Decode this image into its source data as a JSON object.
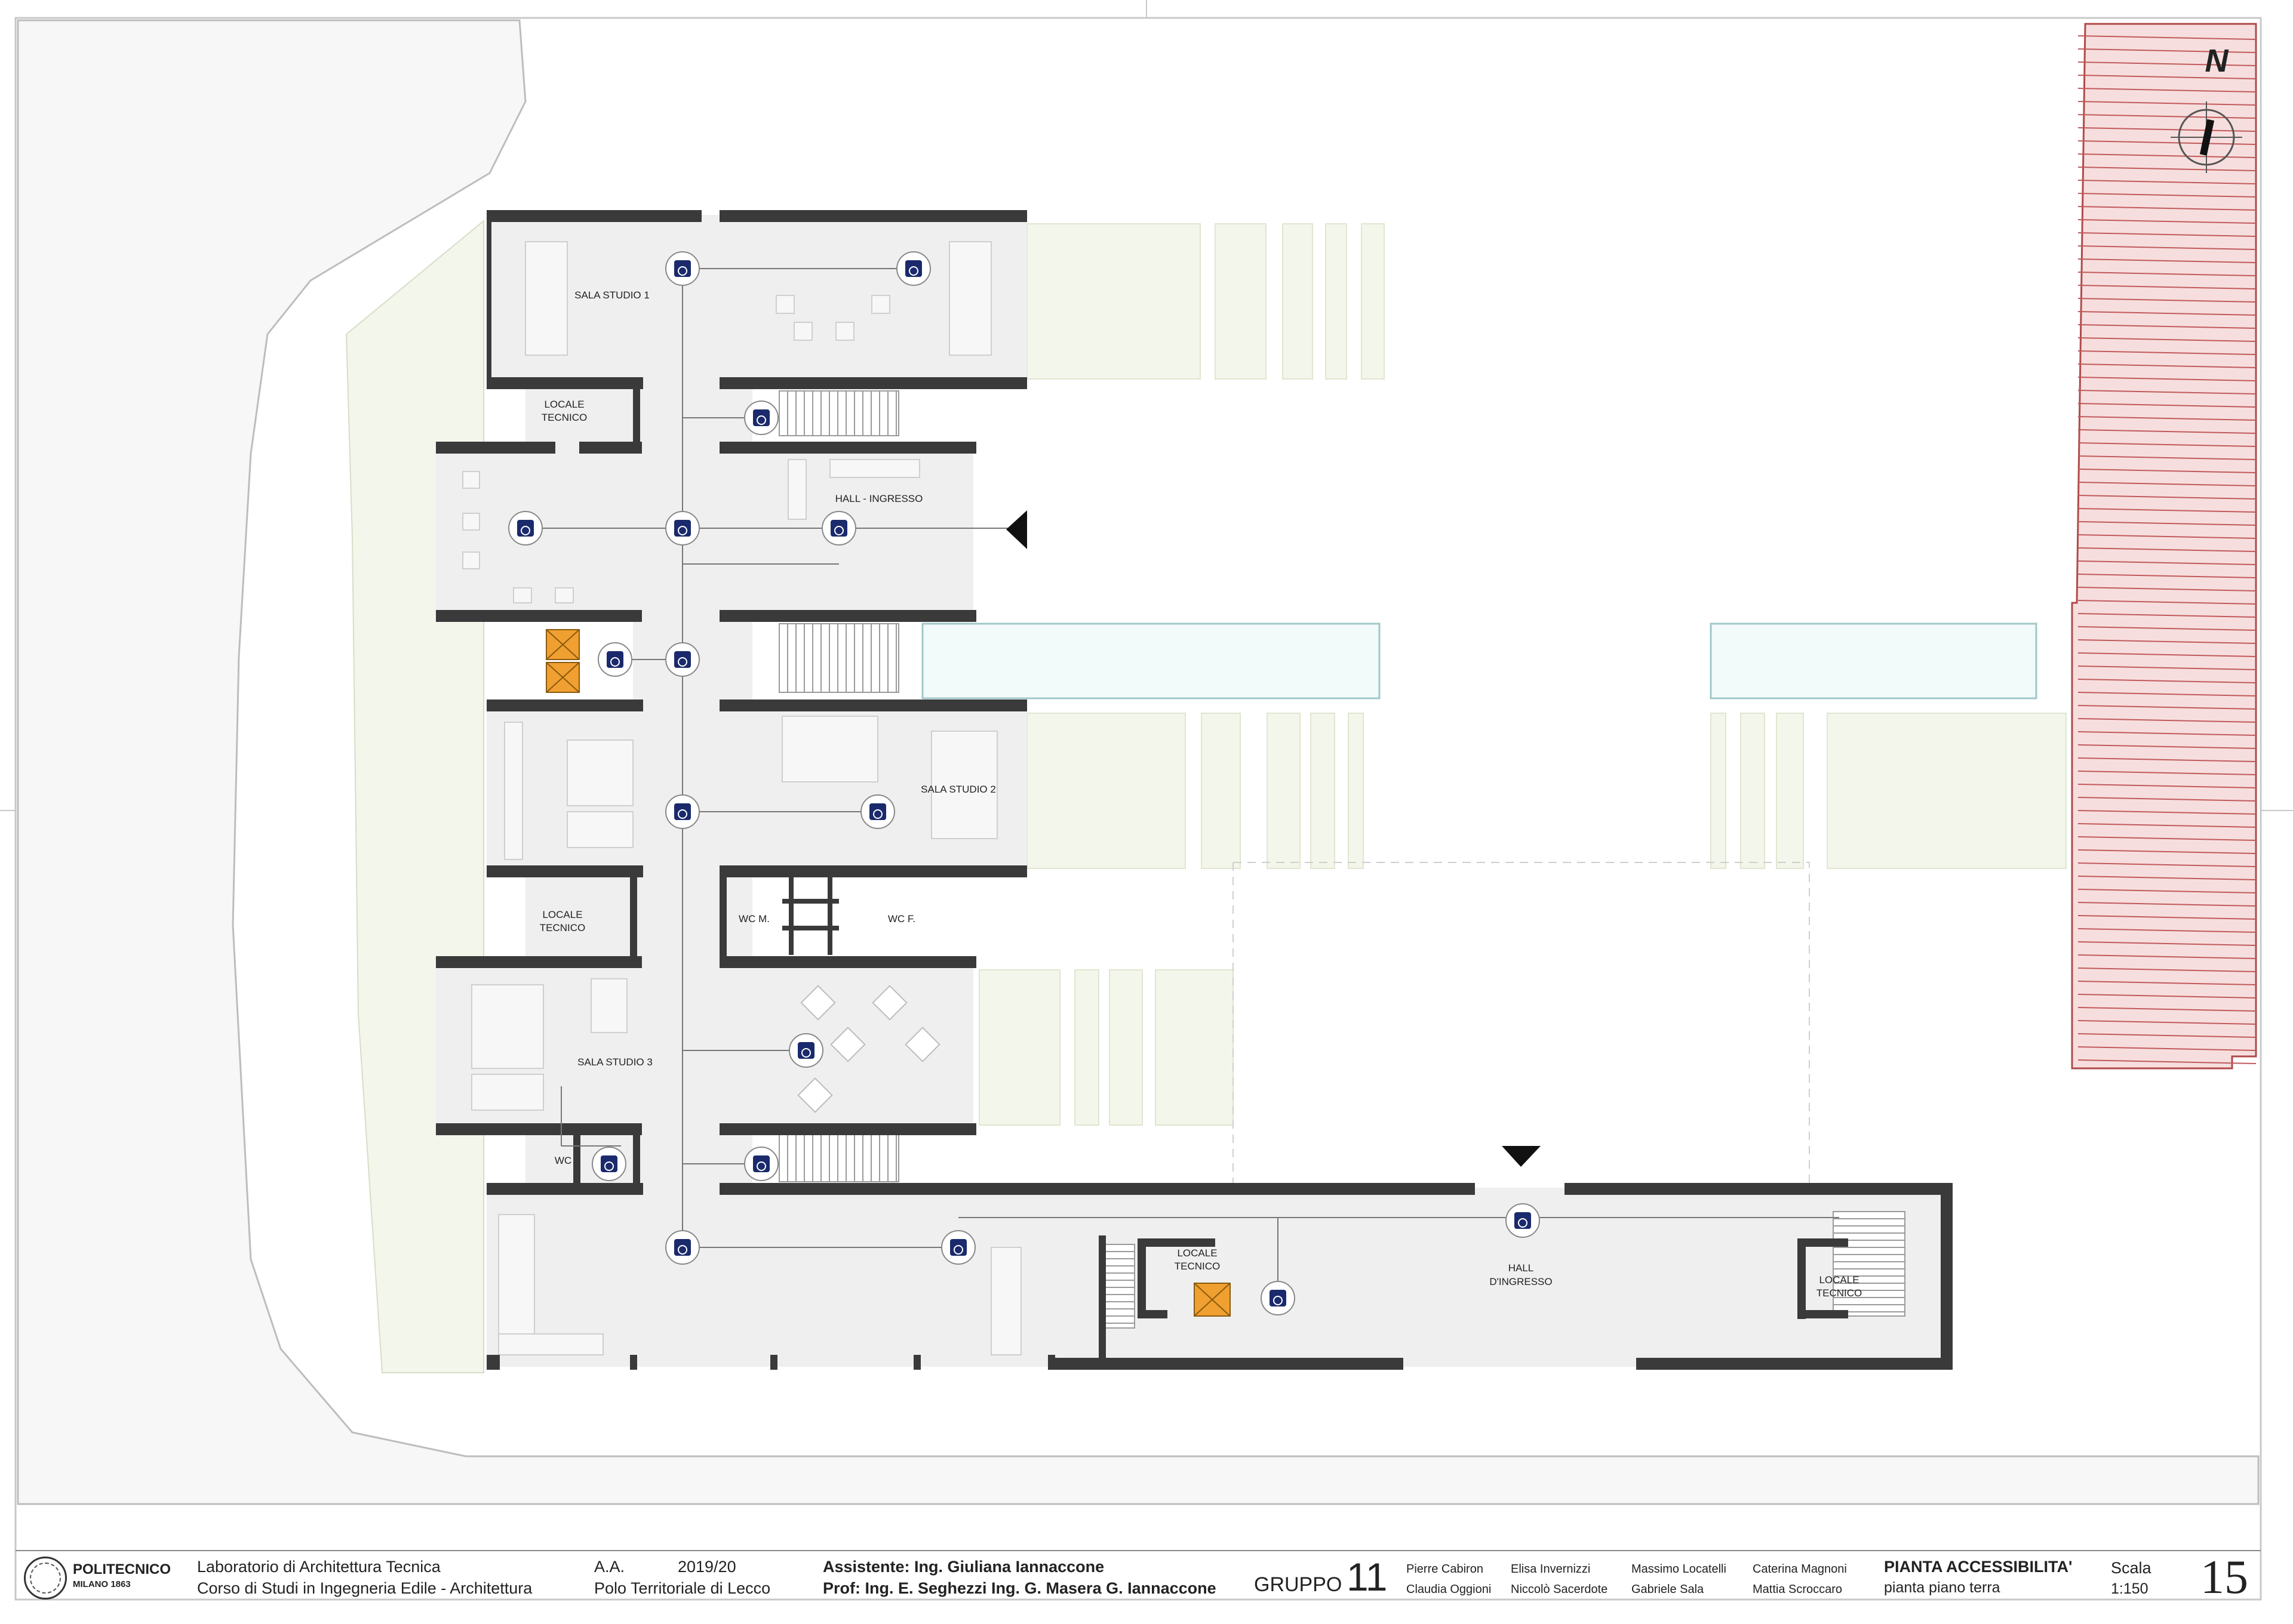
{
  "plan": {
    "north_label": "N",
    "rooms": {
      "sala_studio_1": "SALA STUDIO 1",
      "locale_tecnico_1a": "LOCALE",
      "locale_tecnico_1b": "TECNICO",
      "hall_ingresso": "HALL - INGRESSO",
      "sala_studio_2": "SALA STUDIO 2",
      "locale_tecnico_2a": "LOCALE",
      "locale_tecnico_2b": "TECNICO",
      "wc_m": "WC M.",
      "wc_f": "WC F.",
      "sala_studio_3": "SALA STUDIO 3",
      "wc": "WC",
      "locale_tecnico_3a": "LOCALE",
      "locale_tecnico_3b": "TECNICO",
      "hall_dingresso_a": "HALL",
      "hall_dingresso_b": "D'INGRESSO",
      "locale_tecnico_4a": "LOCALE",
      "locale_tecnico_4b": "TECNICO"
    },
    "colors": {
      "wall": "#3a3a3a",
      "floor": "#efefef",
      "lift": "#f0a030",
      "wheelchair": "#1a2a6c",
      "facade_hatch": "#f7dede",
      "green_area": "#f3f6ea",
      "street": "#f7f7f7"
    }
  },
  "titleblock": {
    "logo_name": "POLITECNICO",
    "logo_sub": "MILANO 1863",
    "course_1": "Laboratorio di Architettura Tecnica",
    "course_2": "Corso di Studi in Ingegneria Edile - Architettura",
    "aa_label": "A.A.",
    "aa_value": "2019/20",
    "campus": "Polo Territoriale di Lecco",
    "assistant": "Assistente: Ing. Giuliana Iannaccone",
    "professors": "Prof: Ing. E. Seghezzi Ing. G. Masera G. Iannaccone",
    "group_label": "GRUPPO",
    "group_number": "11",
    "members": [
      "Pierre Cabiron",
      "Elisa Invernizzi",
      "Massimo Locatelli",
      "Caterina Magnoni",
      "Claudia Oggioni",
      "Niccolò Sacerdote",
      "Gabriele Sala",
      "Mattia Scroccaro"
    ],
    "drawing_title": "PIANTA ACCESSIBILITA'",
    "drawing_subtitle": "pianta piano terra",
    "scale_label": "Scala",
    "scale_value": "1:150",
    "sheet_number": "15"
  }
}
